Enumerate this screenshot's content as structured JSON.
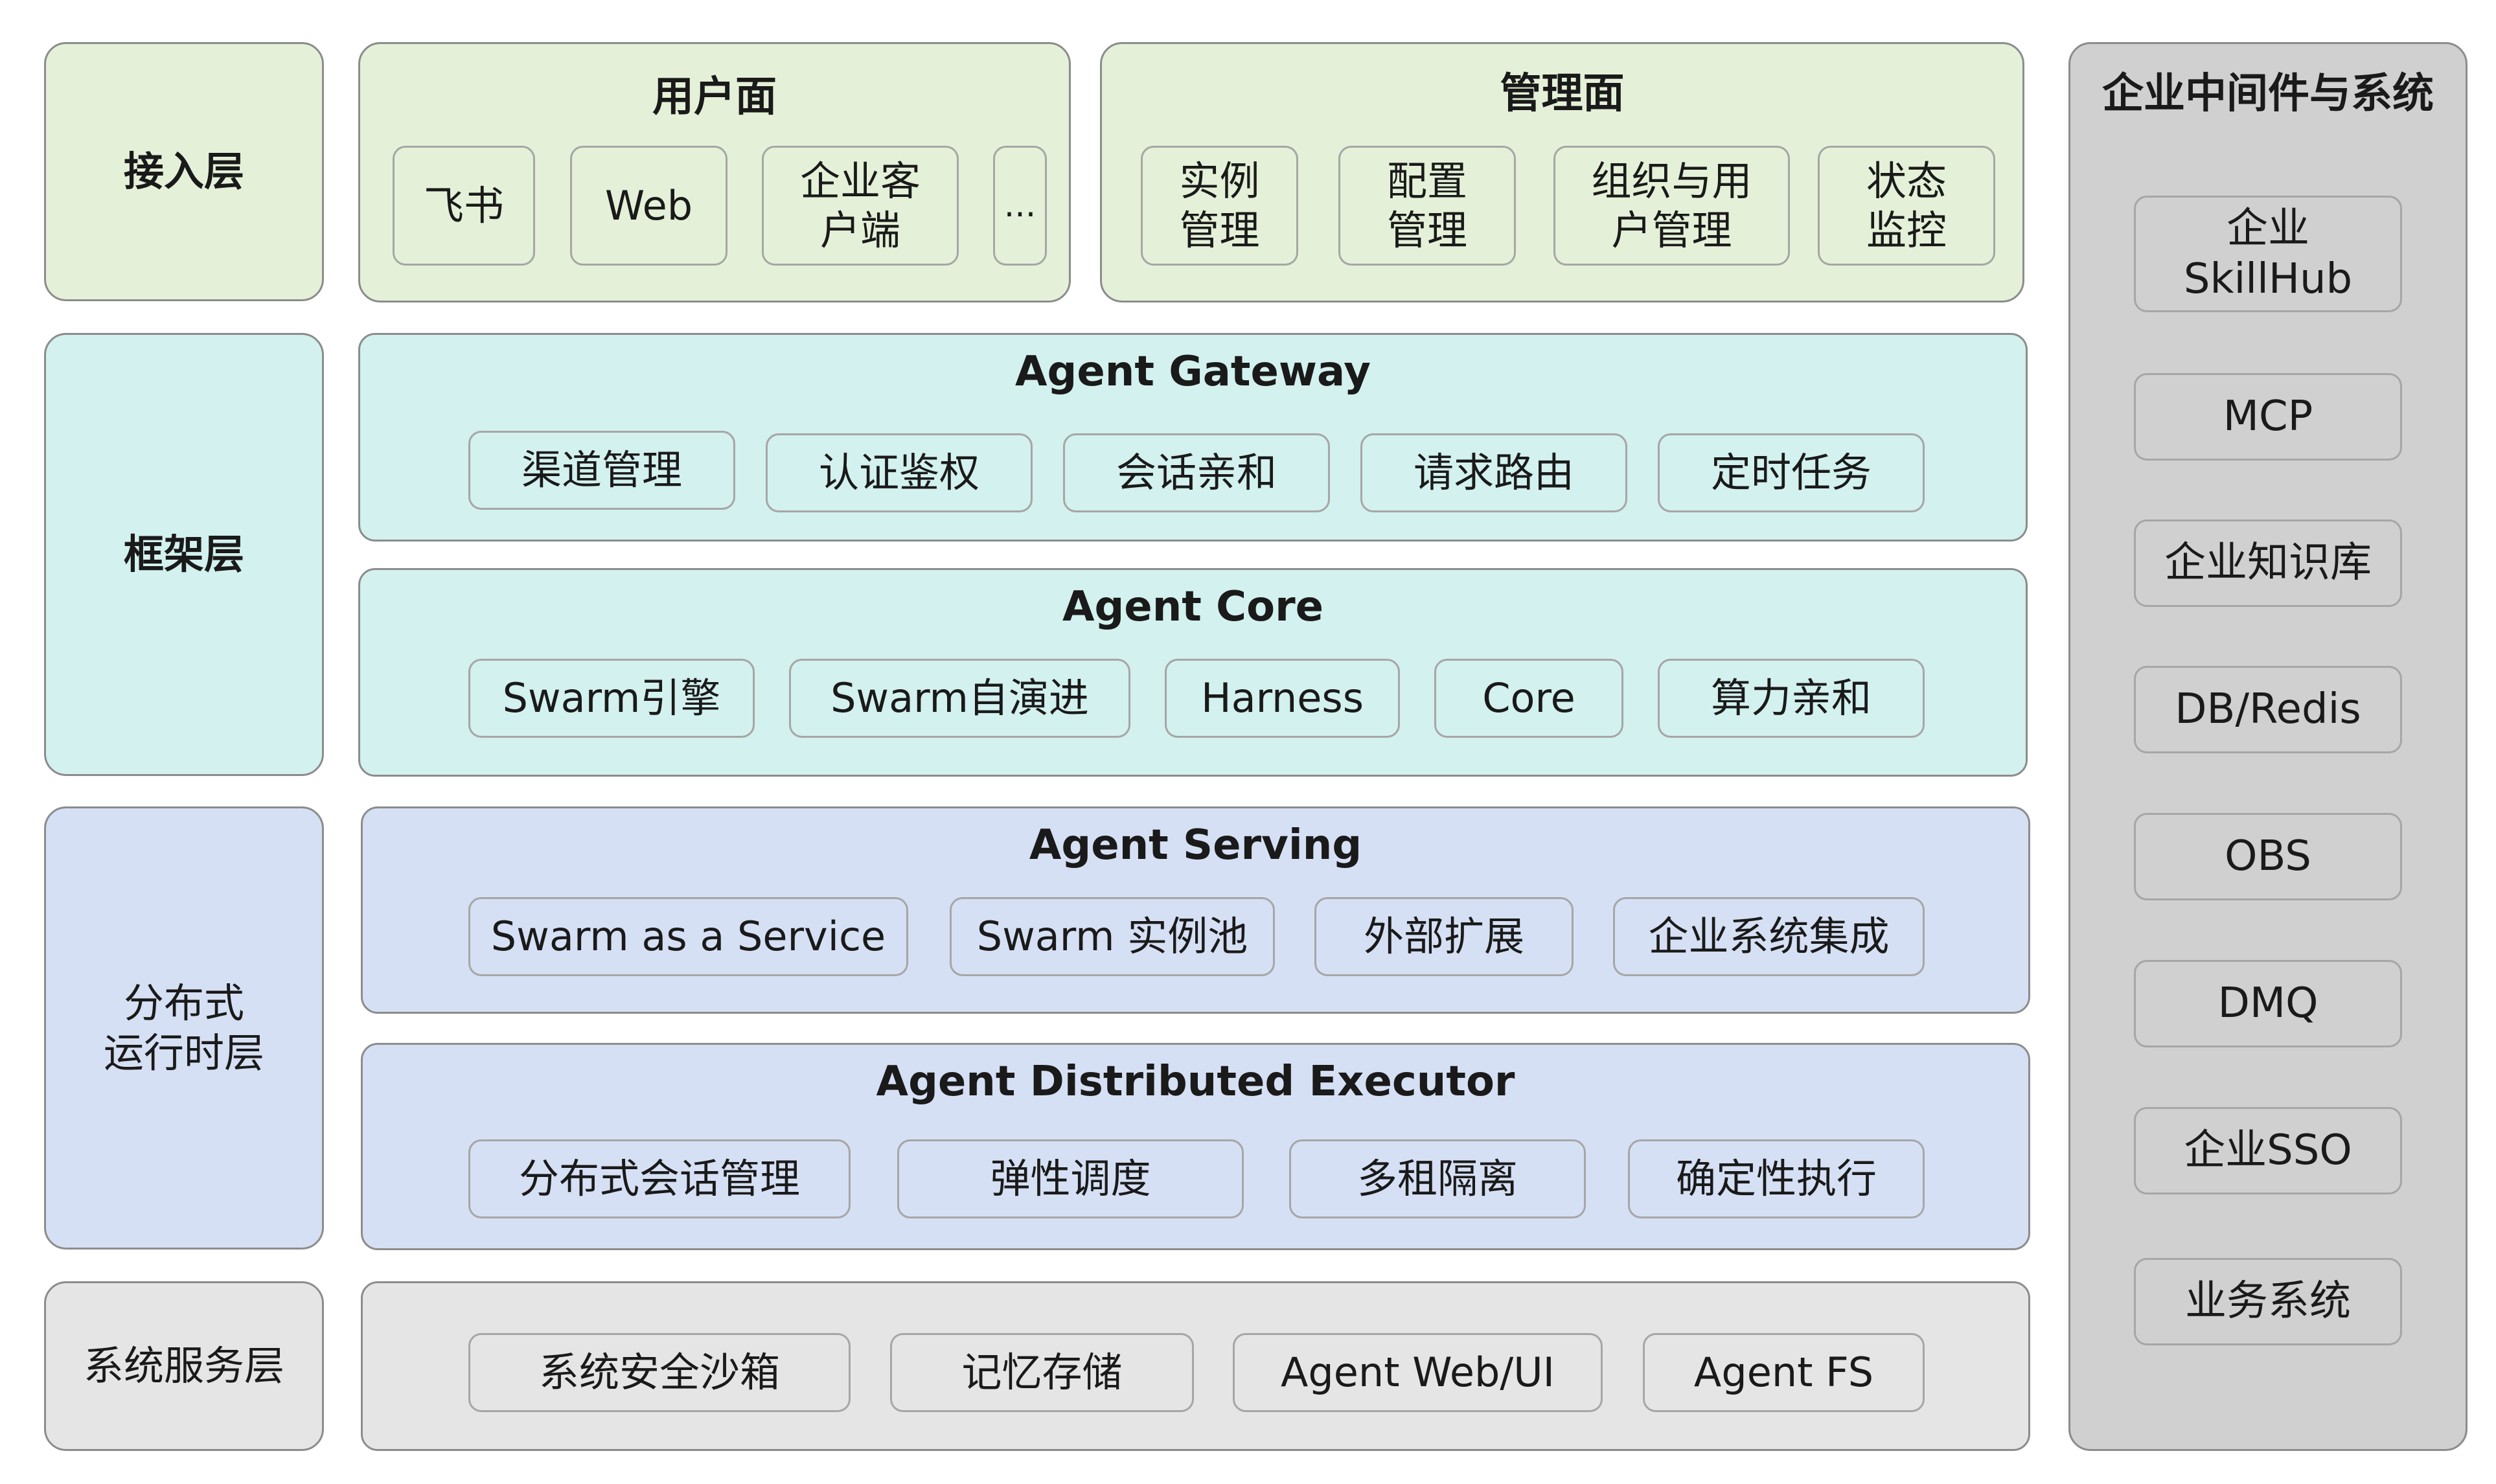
{
  "layers": {
    "access": "接入层",
    "framework": "框架层",
    "runtime": "分布式\n运行时层",
    "system": "系统服务层"
  },
  "user_plane": {
    "title": "用户面",
    "items": [
      "飞书",
      "Web",
      "企业客\n户端",
      "..."
    ]
  },
  "management_plane": {
    "title": "管理面",
    "items": [
      "实例\n管理",
      "配置\n管理",
      "组织与用\n户管理",
      "状态\n监控"
    ]
  },
  "gateway": {
    "title": "Agent Gateway",
    "items": [
      "渠道管理",
      "认证鉴权",
      "会话亲和",
      "请求路由",
      "定时任务"
    ]
  },
  "core": {
    "title": "Agent Core",
    "items": [
      "Swarm引擎",
      "Swarm自演进",
      "Harness",
      "Core",
      "算力亲和"
    ]
  },
  "serving": {
    "title": "Agent Serving",
    "items": [
      "Swarm as a Service",
      "Swarm 实例池",
      "外部扩展",
      "企业系统集成"
    ]
  },
  "executor": {
    "title": "Agent Distributed Executor",
    "items": [
      "分布式会话管理",
      "弹性调度",
      "多租隔离",
      "确定性执行"
    ]
  },
  "system_services": {
    "items": [
      "系统安全沙箱",
      "记忆存储",
      "Agent Web/UI",
      "Agent FS"
    ]
  },
  "enterprise": {
    "title": "企业中间件与系统",
    "items": [
      "企业\nSkillHub",
      "MCP",
      "企业知识库",
      "DB/Redis",
      "OBS",
      "DMQ",
      "企业SSO",
      "业务系统"
    ]
  }
}
